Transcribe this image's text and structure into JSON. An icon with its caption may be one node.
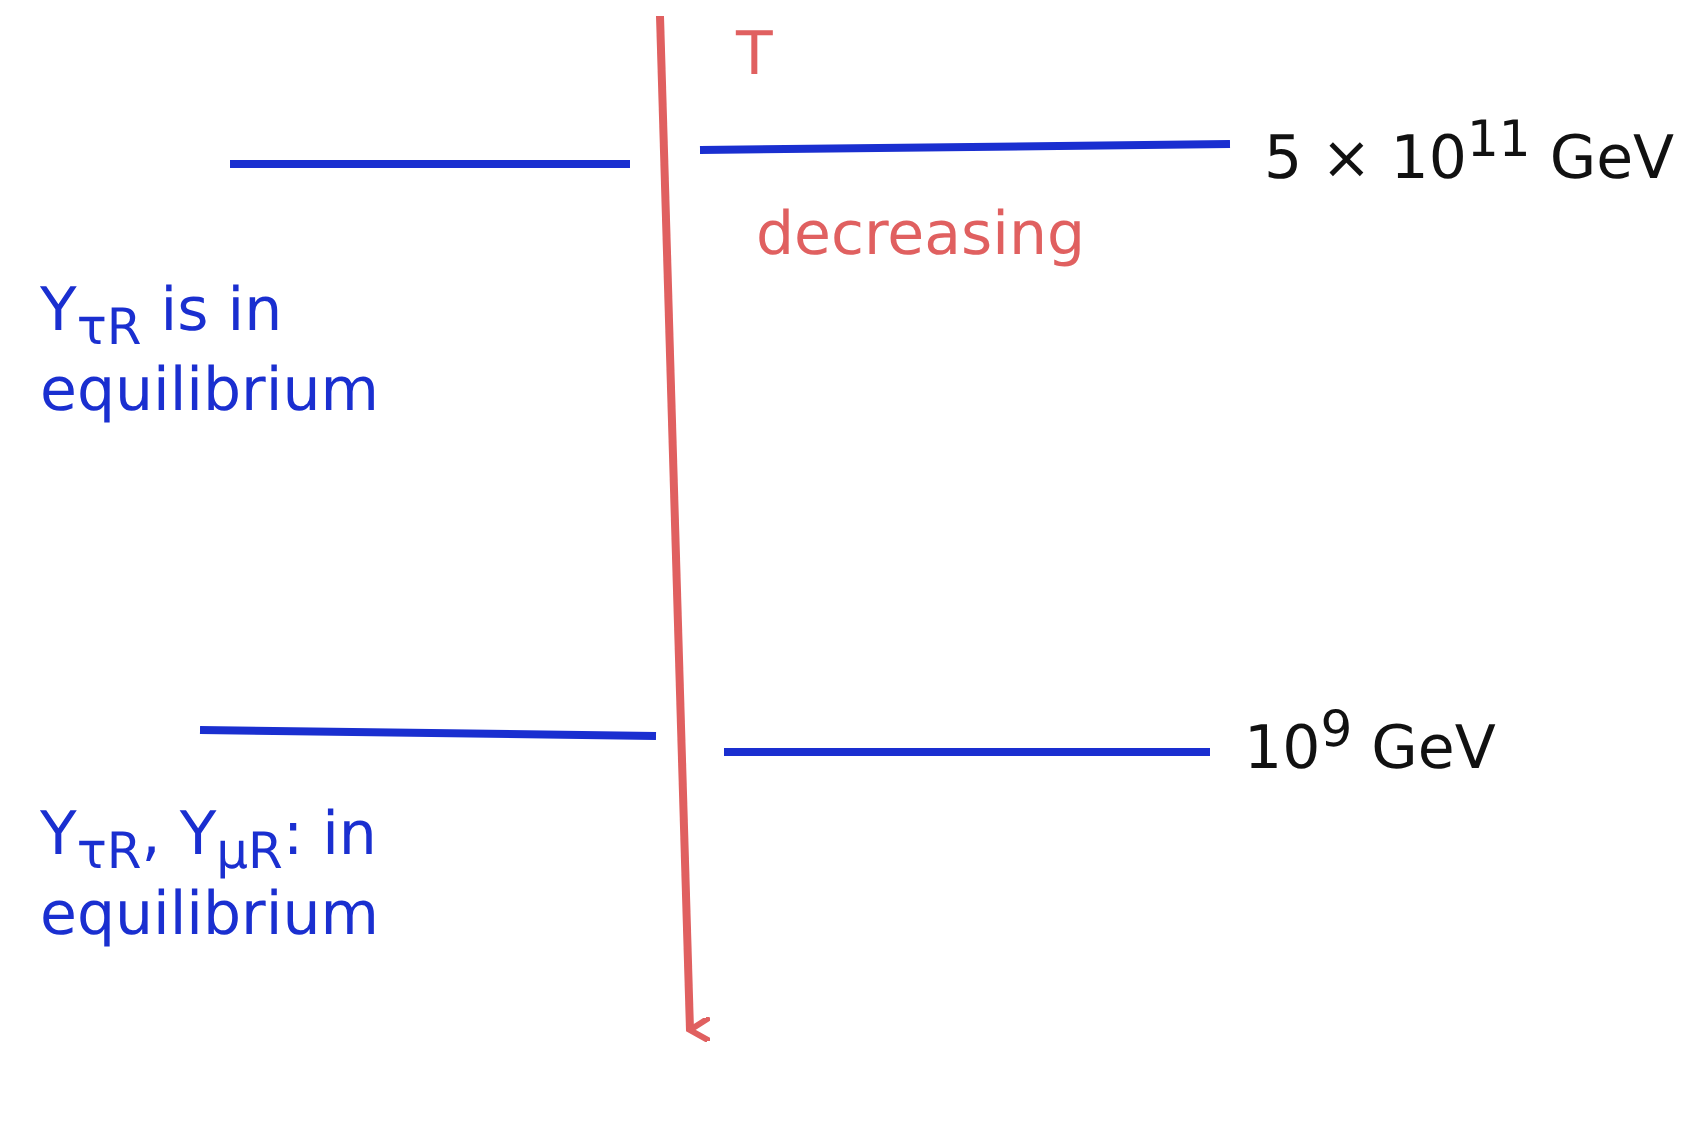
{
  "diagram": {
    "labels": [
      "T",
      "decreasing",
      "5 × 10$^{11}$ GeV",
      "Y$_{τR}$ is in equilibrium",
      "10$^{9}$ GeV",
      "Y$_{τR}$, Y$_{μR}$: in equilibrium"
    ]
  }
}
